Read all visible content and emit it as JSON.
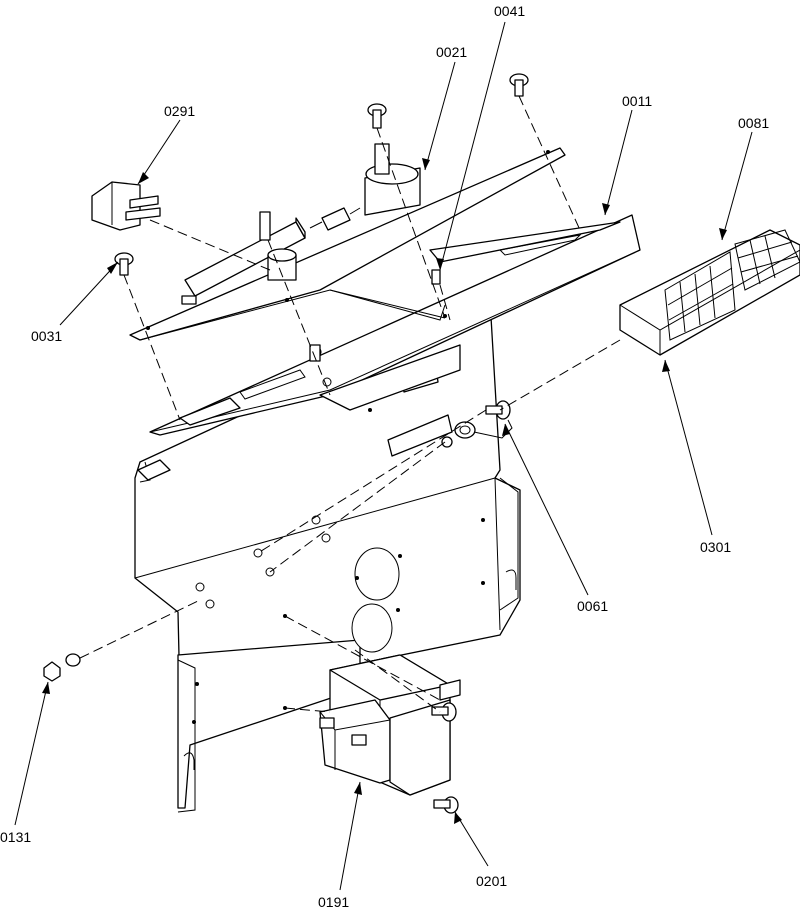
{
  "diagram": {
    "callouts": [
      {
        "id": "c0041",
        "label": "0041"
      },
      {
        "id": "c0021",
        "label": "0021"
      },
      {
        "id": "c0011",
        "label": "0011"
      },
      {
        "id": "c0081",
        "label": "0081"
      },
      {
        "id": "c0291",
        "label": "0291"
      },
      {
        "id": "c0031",
        "label": "0031"
      },
      {
        "id": "c0301",
        "label": "0301"
      },
      {
        "id": "c0061",
        "label": "0061"
      },
      {
        "id": "c0131",
        "label": "0131"
      },
      {
        "id": "c0191",
        "label": "0191"
      },
      {
        "id": "c0201",
        "label": "0201"
      }
    ]
  },
  "colors": {
    "line": "#000000",
    "background": "#ffffff"
  }
}
